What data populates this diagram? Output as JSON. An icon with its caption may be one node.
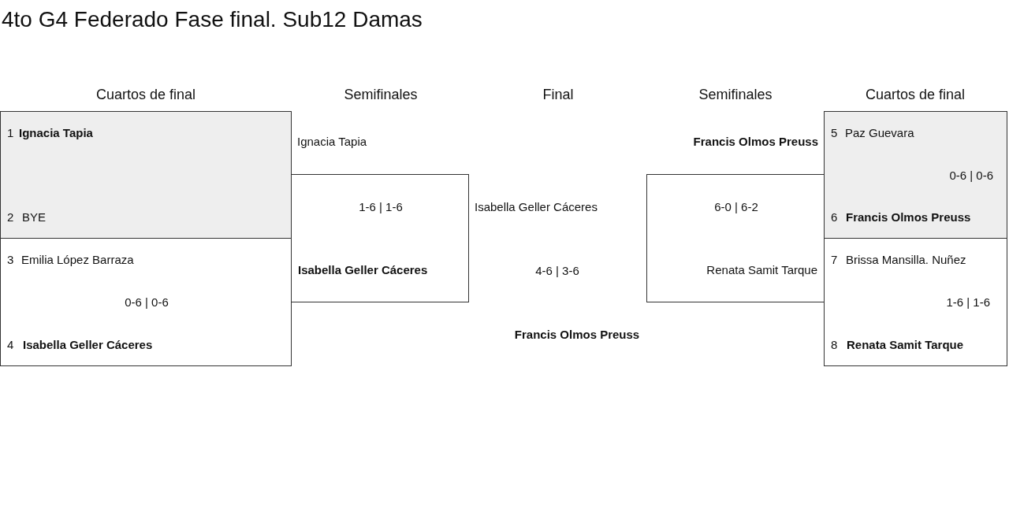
{
  "diagram": {
    "title": "4to G4 Federado Fase final. Sub12 Damas",
    "nodes": [
      {
        "text": [
          "1",
          "Ignacia Tapia",
          "2",
          "BYE"
        ]
      },
      {
        "text": [
          "3",
          "Emilia López Barraza",
          "0-6 | 0-6",
          "4",
          "Isabella Geller Cáceres"
        ]
      },
      {
        "text": [
          "Ignacia Tapia",
          "1-6 | 1-6",
          "Isabella Geller Cáceres"
        ]
      },
      {
        "text": [
          "Francis Olmos Preuss",
          "6-0 | 6-2",
          "Renata Samit Tarque"
        ]
      },
      {
        "text": [
          "5",
          "Paz Guevara",
          "0-6 | 0-6",
          "6",
          "Francis Olmos Preuss"
        ]
      },
      {
        "text": [
          "7",
          "Brissa Mansilla. Nuñez",
          "1-6 | 1-6",
          "8",
          "Renata Samit Tarque"
        ]
      }
    ],
    "labels": [
      "Cuartos de final",
      "Semifinales",
      "Final",
      "Semifinales",
      "Cuartos de final",
      "Isabella Geller Cáceres",
      "4-6 | 3-6",
      "Francis Olmos Preuss"
    ]
  }
}
